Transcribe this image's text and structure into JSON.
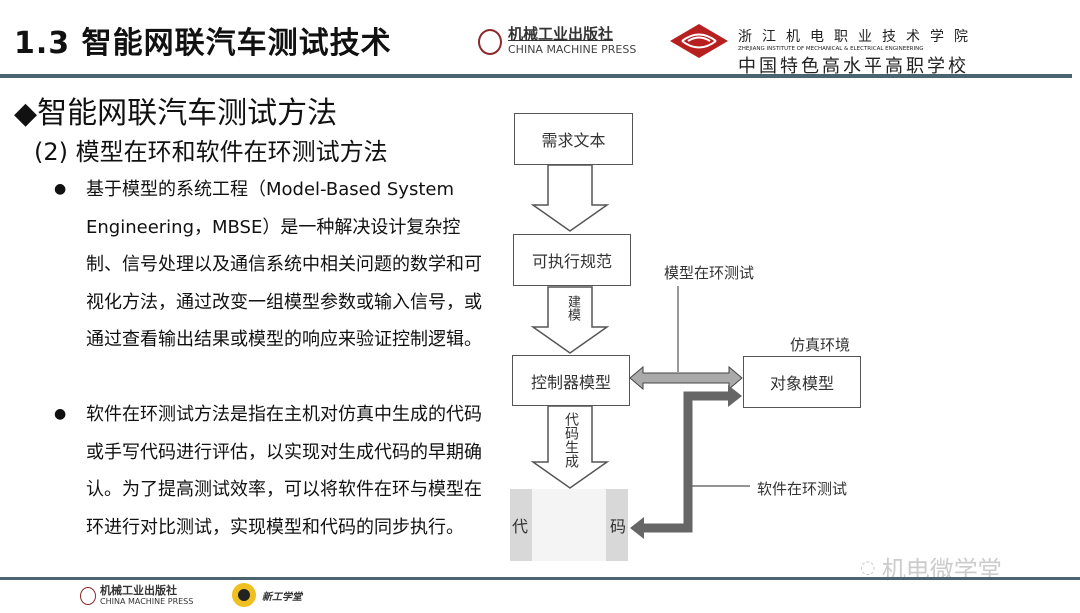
{
  "header": {
    "title": "1.3 智能网联汽车测试技术",
    "publisher_cn": "机械工业出版社",
    "publisher_en": "CHINA MACHINE PRESS",
    "school_cn": "浙江机电职业技术学院",
    "school_en": "ZHEJIANG INSTITUTE OF MECHANICAL & ELECTRICAL ENGINEERING",
    "school_slogan": "中国特色高水平高职学校"
  },
  "main": {
    "heading": "◆智能网联汽车测试方法",
    "subheading": "(2) 模型在环和软件在环测试方法",
    "bullets": [
      "基于模型的系统工程（Model-Based System Engineering，MBSE）是一种解决设计复杂控制、信号处理以及通信系统中相关问题的数学和可视化方法，通过改变一组模型参数或输入信号，或通过查看输出结果或模型的响应来验证控制逻辑。",
      "软件在环测试方法是指在主机对仿真中生成的代码或手写代码进行评估，以实现对生成代码的早期确认。为了提高测试效率，可以将软件在环与模型在环进行对比测试，实现模型和代码的同步执行。"
    ]
  },
  "diagram": {
    "box_requirements": "需求文本",
    "box_spec": "可执行规范",
    "arrow_modeling": "建模",
    "box_controller": "控制器模型",
    "arrow_codegen": "代码生成",
    "code_left": "代",
    "code_right": "码",
    "label_mil": "模型在环测试",
    "label_sim_env": "仿真环境",
    "box_plant": "对象模型",
    "label_sil": "软件在环测试"
  },
  "footer": {
    "publisher_cn": "机械工业出版社",
    "publisher_en": "CHINA MACHINE PRESS",
    "brand": "新工学堂",
    "watermark": "机电微学堂"
  }
}
